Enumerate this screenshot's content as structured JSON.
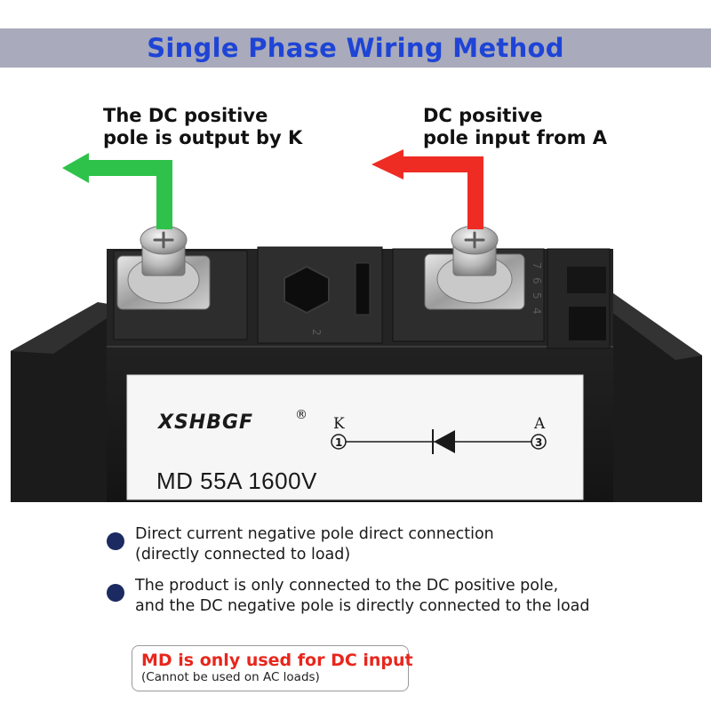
{
  "title": "Single Phase Wiring Method",
  "callouts": {
    "left": [
      "The DC positive",
      "pole is output by K"
    ],
    "right": [
      "DC positive",
      "pole input from A"
    ]
  },
  "module": {
    "brand": "XSHBGF",
    "registered_mark": "®",
    "terminal_k_label": "K",
    "terminal_k_number": "1",
    "terminal_a_label": "A",
    "terminal_a_number": "3",
    "model": "MD 55A 1600V",
    "center_terminal_number": "2",
    "side_pins": [
      "4",
      "5",
      "6",
      "7"
    ]
  },
  "bullets": [
    [
      "Direct current negative pole direct connection",
      "(directly connected to load)"
    ],
    [
      "The product is only connected to the DC positive pole,",
      "and the DC negative pole is directly connected to the load"
    ]
  ],
  "notice": {
    "main": "MD is only used for DC input",
    "sub": "(Cannot be used on AC loads)"
  },
  "colors": {
    "title_text": "#1e44d6",
    "title_bar": "#a9aabb",
    "output_arrow": "#2fc24a",
    "input_arrow": "#ee2c24",
    "notice_text": "#e8261c",
    "bullet_dot": "#1b2a60"
  }
}
